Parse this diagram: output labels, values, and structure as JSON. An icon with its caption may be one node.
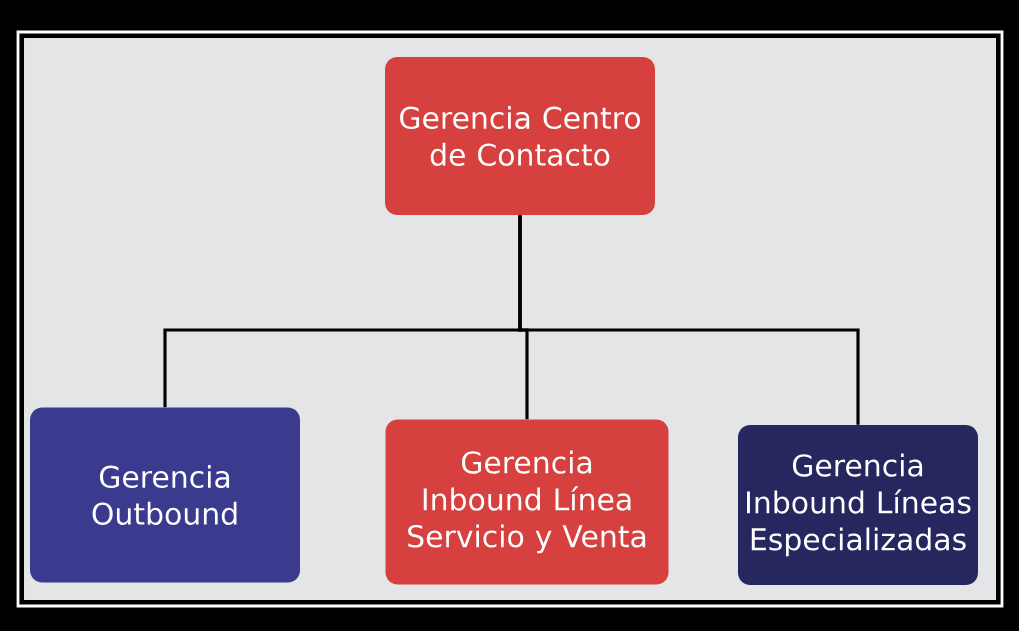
{
  "diagram": {
    "nodes": [
      {
        "text": [
          "Gerencia Centro de Contacto"
        ]
      },
      {
        "text": [
          "Gerencia Outbound"
        ]
      },
      {
        "text": [
          "Gerencia Inbound Línea Servicio y Venta"
        ]
      },
      {
        "text": [
          "Gerencia Inbound Líneas Especializadas"
        ]
      }
    ],
    "edges": [
      {
        "from": 0,
        "to": 1,
        "arrow": "none"
      },
      {
        "from": 0,
        "to": 2,
        "arrow": "none"
      },
      {
        "from": 0,
        "to": 3,
        "arrow": "none"
      }
    ]
  }
}
